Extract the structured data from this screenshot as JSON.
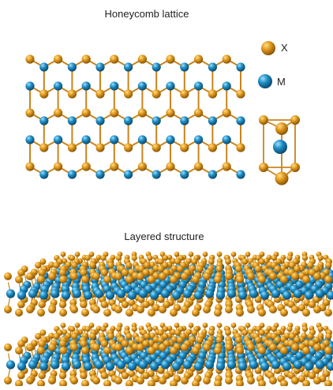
{
  "figure": {
    "honeycomb_title": "Honeycomb lattice",
    "layered_title": "Layered structure"
  },
  "legend": {
    "x_label": "X",
    "m_label": "M"
  },
  "colors": {
    "x_atom": "#e39a1f",
    "x_atom_highlight": "#ffe08a",
    "x_atom_shadow": "#8a5605",
    "m_atom": "#1f8fc6",
    "m_atom_highlight": "#9fe0ff",
    "m_atom_shadow": "#0b4a70",
    "bond": "#c8841c",
    "text": "#222222",
    "background": "#ffffff"
  }
}
